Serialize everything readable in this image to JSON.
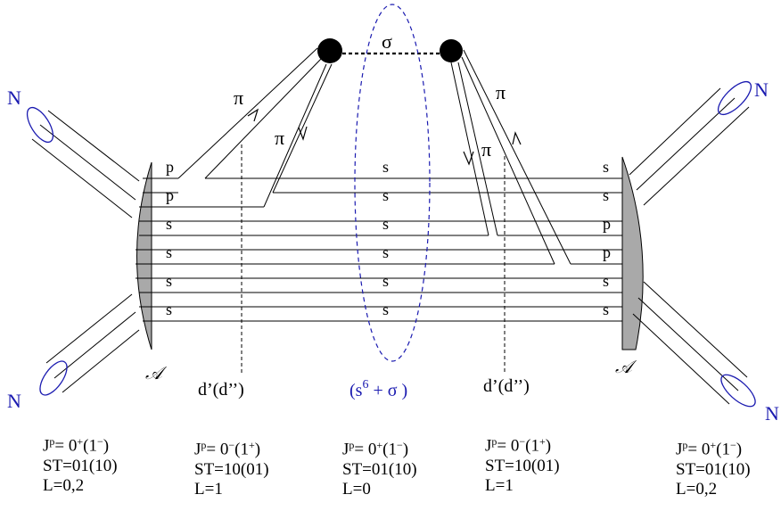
{
  "labels": {
    "pi": "π",
    "sigma": "σ",
    "nucleon": "N",
    "antisym": "𝒜",
    "dprime": "d’(d’’)",
    "center_base": "(s",
    "center_exp": "6",
    "center_rest": " + σ )"
  },
  "quark_rows": {
    "left": [
      "p",
      "p",
      "s",
      "s",
      "s",
      "s"
    ],
    "middle": [
      "s",
      "s",
      "s",
      "s",
      "s",
      "s"
    ],
    "right": [
      "s",
      "s",
      "p",
      "p",
      "s",
      "s"
    ]
  },
  "quantum_numbers": [
    {
      "j": "J",
      "p": "p",
      "eq": "= 0",
      "parity": "+",
      "alt_open": "(1",
      "alt_parity": "−",
      "alt_close": ")",
      "st": "ST=01(10)",
      "l": "L=0,2"
    },
    {
      "j": "J",
      "p": "p",
      "eq": "= 0",
      "parity": "−",
      "alt_open": "(1",
      "alt_parity": "+",
      "alt_close": ")",
      "st": "ST=10(01)",
      "l": "L=1"
    },
    {
      "j": "J",
      "p": "p",
      "eq": "= 0",
      "parity": "+",
      "alt_open": "(1",
      "alt_parity": "−",
      "alt_close": ")",
      "st": "ST=01(10)",
      "l": "L=0"
    },
    {
      "j": "J",
      "p": "p",
      "eq": "= 0",
      "parity": "−",
      "alt_open": "(1",
      "alt_parity": "+",
      "alt_close": ")",
      "st": "ST=10(01)",
      "l": "L=1"
    },
    {
      "j": "J",
      "p": "p",
      "eq": "= 0",
      "parity": "+",
      "alt_open": "(1",
      "alt_parity": "−",
      "alt_close": ")",
      "st": "ST=01(10)",
      "l": "L=0,2"
    }
  ],
  "colors": {
    "blue": "#1a1ab0",
    "shade": "#a9a9a9",
    "line": "#000000"
  }
}
